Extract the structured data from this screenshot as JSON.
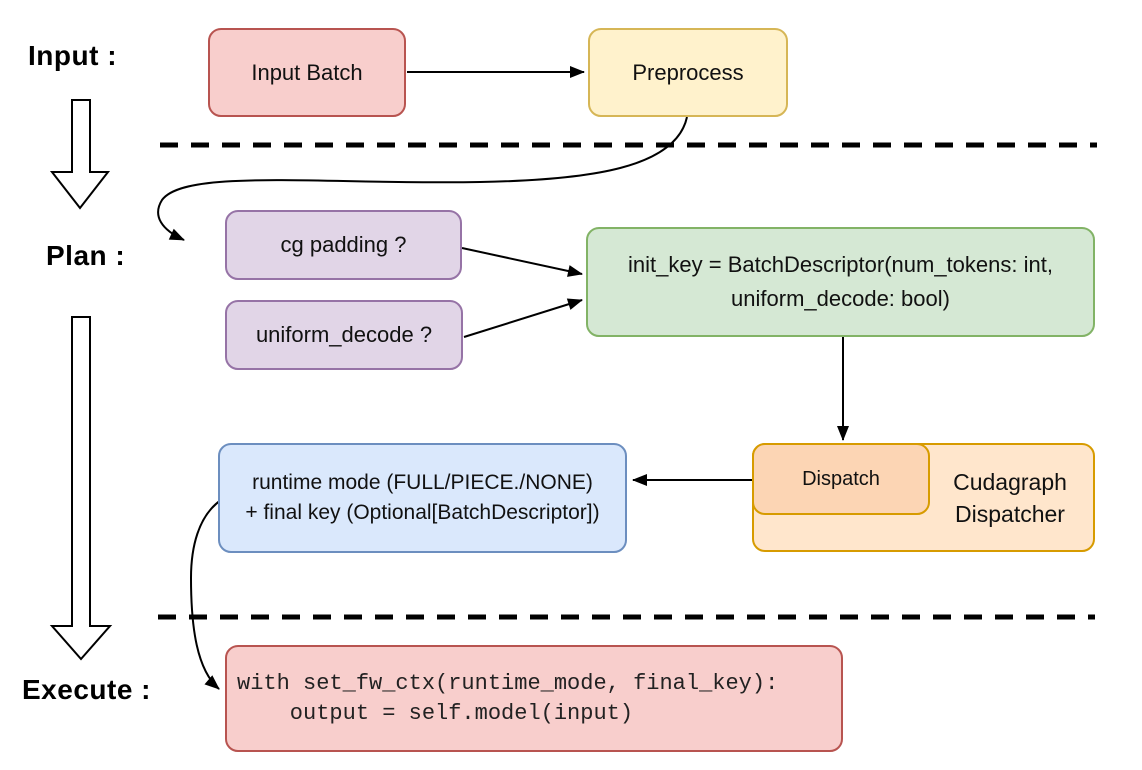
{
  "labels": {
    "input": "Input :",
    "plan": "Plan :",
    "execute": "Execute :"
  },
  "nodes": {
    "input_batch": {
      "label": "Input Batch",
      "fill": "#f8cecc",
      "stroke": "#b85450"
    },
    "preprocess": {
      "label": "Preprocess",
      "fill": "#fff2cc",
      "stroke": "#d6b656"
    },
    "cg_padding": {
      "label": "cg padding ?",
      "fill": "#e1d5e7",
      "stroke": "#9673a6"
    },
    "uniform_decode": {
      "label": "uniform_decode ?",
      "fill": "#e1d5e7",
      "stroke": "#9673a6"
    },
    "init_key": {
      "line1": "init_key = BatchDescriptor(num_tokens: int,",
      "line2": "uniform_decode: bool)",
      "fill": "#d5e8d4",
      "stroke": "#82b366"
    },
    "runtime_mode": {
      "line1": "runtime mode (FULL/PIECE./NONE)",
      "line2": "+ final key (Optional[BatchDescriptor])",
      "fill": "#dae8fc",
      "stroke": "#6c8ebf"
    },
    "dispatch": {
      "label": "Dispatch",
      "fill": "#fcd5b4",
      "stroke": "#d79b00"
    },
    "cudagraph_dispatcher": {
      "line1": "Cudagraph",
      "line2": "Dispatcher",
      "fill": "#ffe6cc",
      "stroke": "#d79b00"
    },
    "execute_code": {
      "line1": "with set_fw_ctx(runtime_mode, final_key):",
      "line2": "    output = self.model(input)",
      "fill": "#f8cecc",
      "stroke": "#b85450"
    }
  },
  "connector_color": "#000000"
}
